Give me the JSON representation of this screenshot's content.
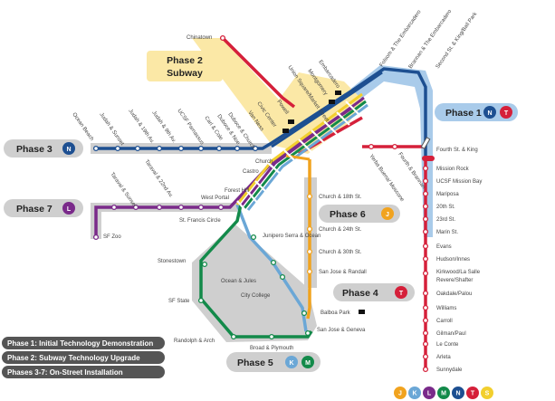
{
  "colors": {
    "N": "#1d4f91",
    "T": "#d5203a",
    "J": "#f1a31f",
    "K": "#6ba7d6",
    "L": "#7a2a8a",
    "M": "#138a4a",
    "S": "#f2cf2e",
    "E": "#d5203a",
    "F": "#f36f21",
    "phase_tint": "#cfcfcf",
    "phase1_tint": "#a9cbea",
    "phase2_tint": "#fbe8a6",
    "legend_bg": "#555555"
  },
  "phases": {
    "phase1": {
      "label": "Phase 1",
      "lines": [
        "N",
        "T"
      ]
    },
    "phase2": {
      "label": "Phase 2",
      "label2": "Subway"
    },
    "phase3": {
      "label": "Phase 3",
      "lines": [
        "N"
      ]
    },
    "phase4": {
      "label": "Phase 4",
      "lines": [
        "T"
      ]
    },
    "phase5": {
      "label": "Phase 5",
      "lines": [
        "K",
        "M"
      ]
    },
    "phase6": {
      "label": "Phase 6",
      "lines": [
        "J"
      ]
    },
    "phase7": {
      "label": "Phase 7",
      "lines": [
        "L"
      ]
    }
  },
  "legend": [
    "Phase 1: Initial Technology Demonstration",
    "Phase 2: Subway Technology Upgrade",
    "Phases 3-7: On-Street Installation"
  ],
  "line_badges": [
    "J",
    "K",
    "L",
    "M",
    "N",
    "T",
    "S"
  ],
  "stations": {
    "chinatown": "Chinatown",
    "folsom": "Folsom & The Embarcadero",
    "brannan": "Brannan & The Embarcadero",
    "second_king": "Second St. & King/Ball Park",
    "embarcadero": "Embarcadero",
    "montgomery": "Montgomery",
    "powell": "Powell",
    "union_square": "Union Square/Market Street",
    "civic_center": "Civic Center",
    "van_ness": "Van Ness",
    "church": "Church",
    "castro": "Castro",
    "forest_hill": "Forest Hill",
    "west_portal": "West Portal",
    "st_francis": "St. Francis Circle",
    "sf_zoo": "SF Zoo",
    "taraval_sunset": "Taraval & Sunset",
    "taraval_22nd": "Taraval & 22nd Av.",
    "ocean_beach": "Ocean Beach",
    "judah_sunset": "Judah & Sunset",
    "judah_19th": "Judah & 19th Av.",
    "judah_9th": "Judah & 9th Av.",
    "ucsf_parnassus": "UCSF Parnassus",
    "carl_cole": "Carl & Cole",
    "duboce_noe": "Duboce & Noe",
    "duboce_church": "Duboce & Church",
    "yerba_buena": "Yerba Buena/ Moscone",
    "fourth_brannan": "Fourth & Brannan",
    "fourth_king": "Fourth St. & King",
    "mission_rock": "Mission Rock",
    "ucsf_mission_bay": "UCSF Mission Bay",
    "mariposa": "Mariposa",
    "st20": "20th St.",
    "st23": "23rd St.",
    "marin": "Marin St.",
    "evans": "Evans",
    "hudson": "Hudson/Innes",
    "kirkwood": "Kirkwood/La Salle",
    "revere": "Revere/Shafter",
    "oakdale": "Oakdale/Palou",
    "williams": "Williams",
    "carroll": "Carroll",
    "gilman": "Gilman/Paul",
    "le_conte": "Le Conte",
    "arleta": "Arleta",
    "sunnydale": "Sunnydale",
    "church_18th": "Church & 18th St.",
    "church_24th": "Church & 24th St.",
    "church_30th": "Church & 30th St.",
    "san_jose_randall": "San Jose & Randall",
    "balboa_park": "Balboa Park",
    "san_jose_geneva": "San Jose & Geneva",
    "junipero": "Junipero Serra & Ocean",
    "stonestown": "Stonestown",
    "sf_state": "SF State",
    "ocean_jules": "Ocean & Jules",
    "city_college": "City College",
    "randolph": "Randolph & Arch",
    "broad": "Broad & Plymouth"
  }
}
